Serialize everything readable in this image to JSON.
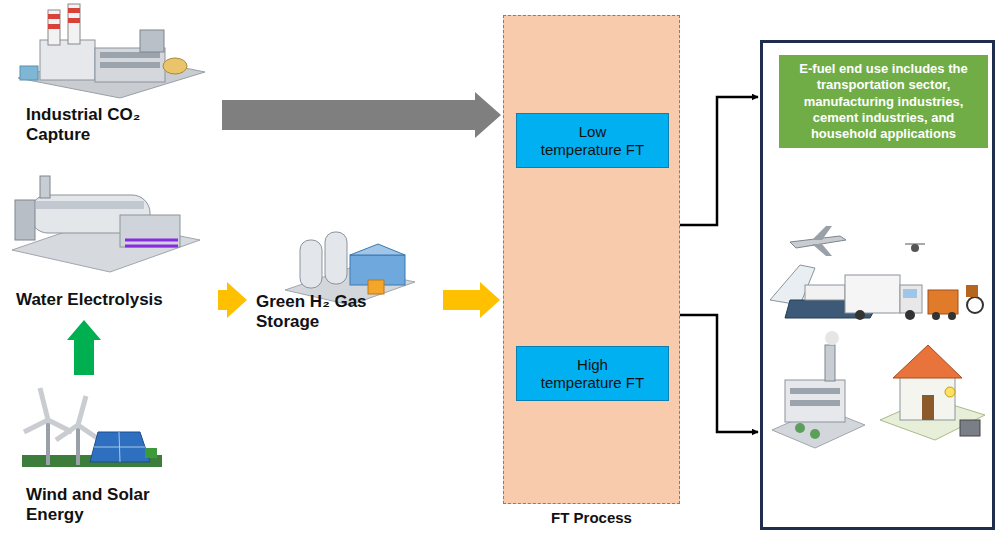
{
  "diagram": {
    "nodes": [
      {
        "text": [
          "Industrial CO₂ Capture"
        ]
      },
      {
        "text": [
          "Water Electrolysis"
        ]
      },
      {
        "text": [
          "Wind and Solar Energy"
        ]
      },
      {
        "text": [
          "Green H₂ Gas Storage"
        ]
      },
      {
        "text": [
          "FT Process"
        ]
      },
      {
        "text": [
          "Low temperature FT"
        ],
        "in": 4
      },
      {
        "text": [
          "High temperature FT"
        ],
        "in": 4
      },
      {
        "text": [
          "E-fuel end use includes the transportation sector, manufacturing industries, cement industries, and household applications"
        ]
      }
    ],
    "edges": [
      {
        "from": 0,
        "to": 4,
        "arrow": "to"
      },
      {
        "from": 2,
        "to": 1,
        "arrow": "to"
      },
      {
        "from": 1,
        "to": 3,
        "arrow": "to"
      },
      {
        "from": 3,
        "to": 4,
        "arrow": "to"
      },
      {
        "from": 4,
        "to": 7,
        "arrow": "to"
      },
      {
        "from": 4,
        "to": 7,
        "arrow": "to"
      }
    ]
  }
}
